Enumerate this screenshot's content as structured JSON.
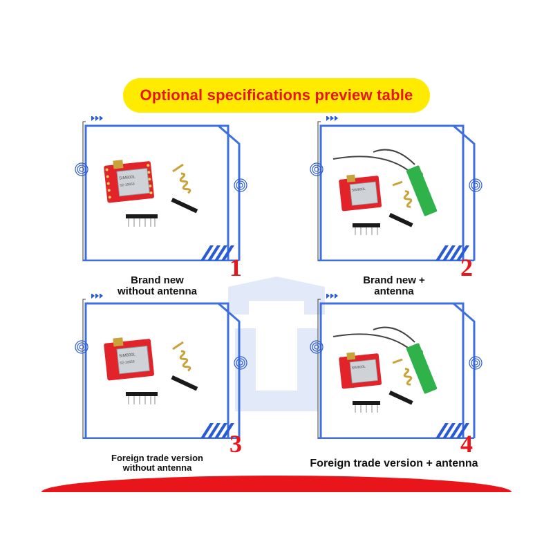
{
  "title": "Optional specifications preview table",
  "options": [
    {
      "number": "1",
      "caption_line1": "Brand new",
      "caption_line2": "without antenna",
      "has_antenna": false
    },
    {
      "number": "2",
      "caption_line1": "Brand new +",
      "caption_line2": "antenna",
      "has_antenna": true
    },
    {
      "number": "3",
      "caption_line1": "Foreign trade version",
      "caption_line2": "without antenna",
      "has_antenna": false
    },
    {
      "number": "4",
      "caption_line1": "Foreign trade version + antenna",
      "caption_line2": "",
      "has_antenna": true
    }
  ],
  "colors": {
    "accent": "#e8161b",
    "pill": "#ffeb00",
    "frame_blue": "#2a5bd7",
    "pcb_red": "#e3232a",
    "antenna_green": "#2fb24a"
  },
  "icons": [
    "arrow-icon",
    "signal-icon",
    "stripe-icon"
  ]
}
